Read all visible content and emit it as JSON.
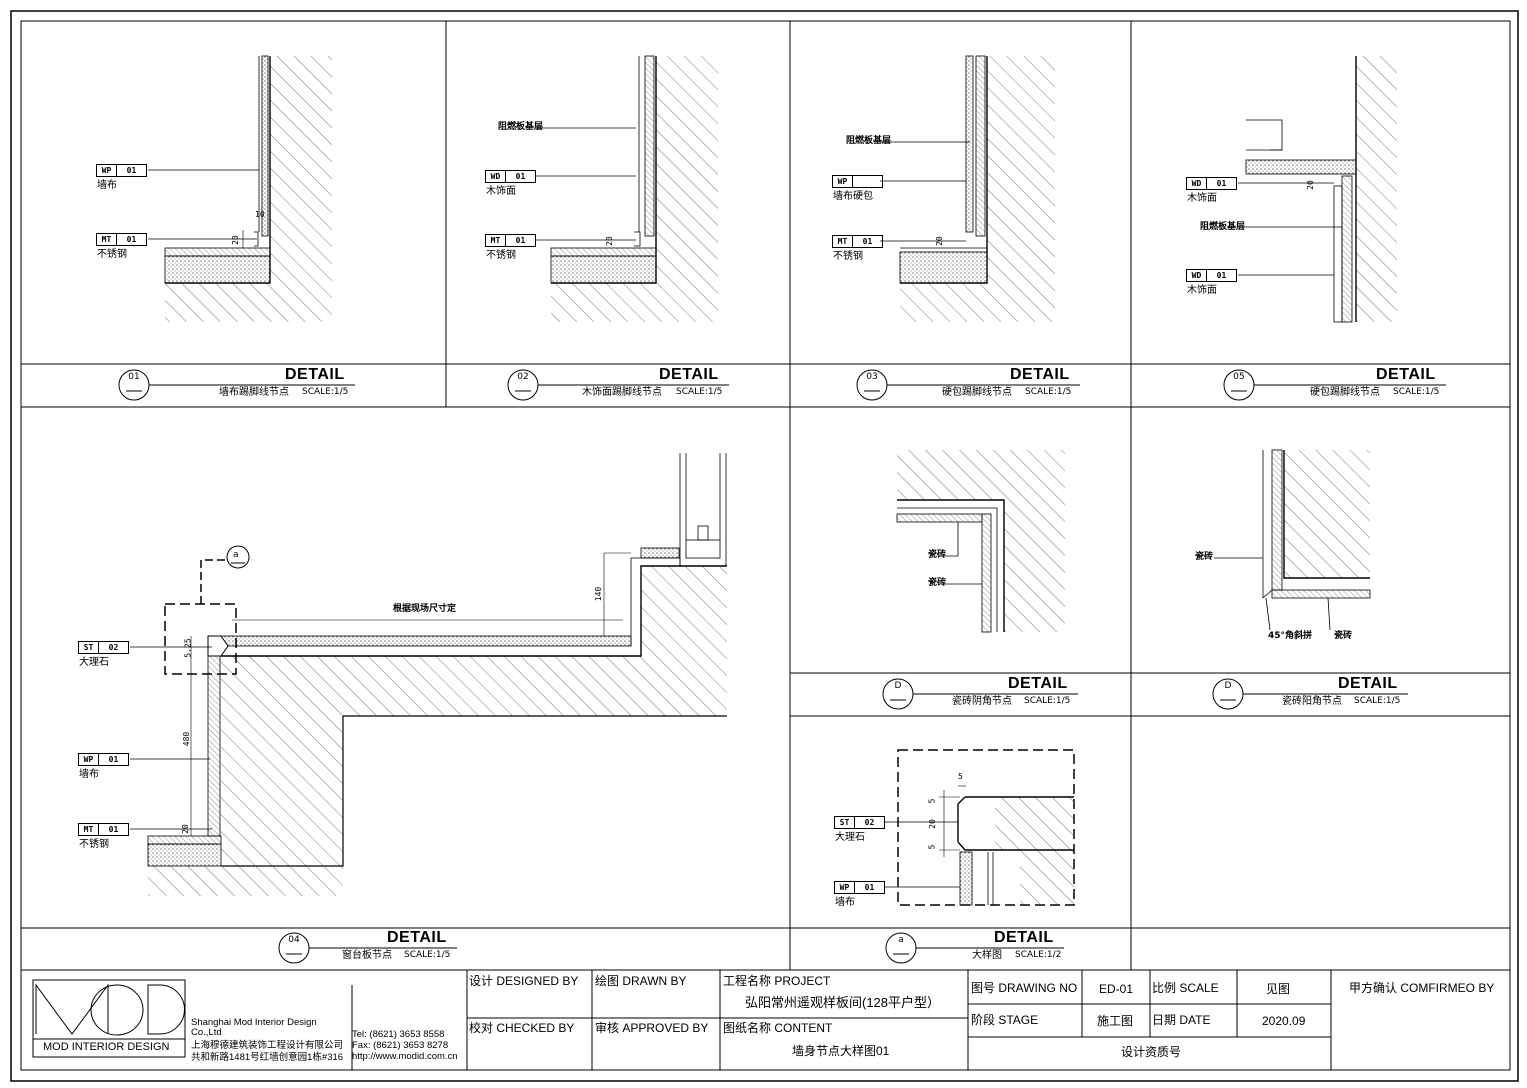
{
  "details": {
    "d01": {
      "num": "01",
      "word": "DETAIL",
      "title": "墙布踢脚线节点",
      "scale": "SCALE:1/5"
    },
    "d02": {
      "num": "02",
      "word": "DETAIL",
      "title": "木饰面踢脚线节点",
      "scale": "SCALE:1/5"
    },
    "d03": {
      "num": "03",
      "word": "DETAIL",
      "title": "硬包踢脚线节点",
      "scale": "SCALE:1/5"
    },
    "d05": {
      "num": "05",
      "word": "DETAIL",
      "title": "硬包踢脚线节点",
      "scale": "SCALE:1/5"
    },
    "d04": {
      "num": "04",
      "word": "DETAIL",
      "title": "窗台板节点",
      "scale": "SCALE:1/5"
    },
    "dD1": {
      "num": "D",
      "word": "DETAIL",
      "title": "瓷砖阴角节点",
      "scale": "SCALE:1/5"
    },
    "dD2": {
      "num": "D",
      "word": "DETAIL",
      "title": "瓷砖阳角节点",
      "scale": "SCALE:1/5"
    },
    "da": {
      "num": "a",
      "word": "DETAIL",
      "title": "大样图",
      "scale": "SCALE:1/2"
    }
  },
  "tags": {
    "wp01": {
      "code": "WP",
      "num": "01"
    },
    "mt01": {
      "code": "MT",
      "num": "01"
    },
    "wd01": {
      "code": "WD",
      "num": "01"
    },
    "wp": {
      "code": "WP",
      "num": ""
    },
    "st02": {
      "code": "ST",
      "num": "02"
    }
  },
  "labels": {
    "wall_cloth": "墙布",
    "stainless": "不锈钢",
    "wood_veneer": "木饰面",
    "cloth_hard": "墙布硬包",
    "marble": "大理石",
    "base_layer": "阻燃板基层",
    "tile": "瓷砖",
    "angle45": "45°角斜拼",
    "site_size": "根据现场尺寸定"
  },
  "dims": {
    "d10": "10",
    "d20": "20",
    "d140": "140",
    "d525": "5.25",
    "d480": "480",
    "d5": "5",
    "callout": "a"
  },
  "titleblock": {
    "firm_en": "Shanghai Mod Interior Design Co.,Ltd",
    "firm_cn": "上海穆德建筑装饰工程设计有限公司",
    "address": "共和新路1481号红墙创意园1栋#316",
    "tel": "Tel: (8621) 3653 8558",
    "fax": "Fax: (8621) 3653 8278",
    "web": "http://www.modid.com.cn",
    "logo_caption": "MOD INTERIOR DESIGN",
    "designed_by": "设计 DESIGNED BY",
    "drawn_by": "绘图 DRAWN BY",
    "checked_by": "校对 CHECKED BY",
    "approved_by": "审核 APPROVED BY",
    "project_label": "工程名称 PROJECT",
    "project": "弘阳常州遥观样板间(128平户型）",
    "content_label": "图纸名称 CONTENT",
    "content": "墙身节点大样图01",
    "drawing_no_label": "图号 DRAWING NO",
    "drawing_no": "ED-01",
    "scale_label": "比例 SCALE",
    "scale": "见图",
    "stage_label": "阶段 STAGE",
    "stage": "施工图",
    "date_label": "日期 DATE",
    "date": "2020.09",
    "qual": "设计资质号",
    "confirm": "甲方确认 COMFIRMEO BY"
  }
}
